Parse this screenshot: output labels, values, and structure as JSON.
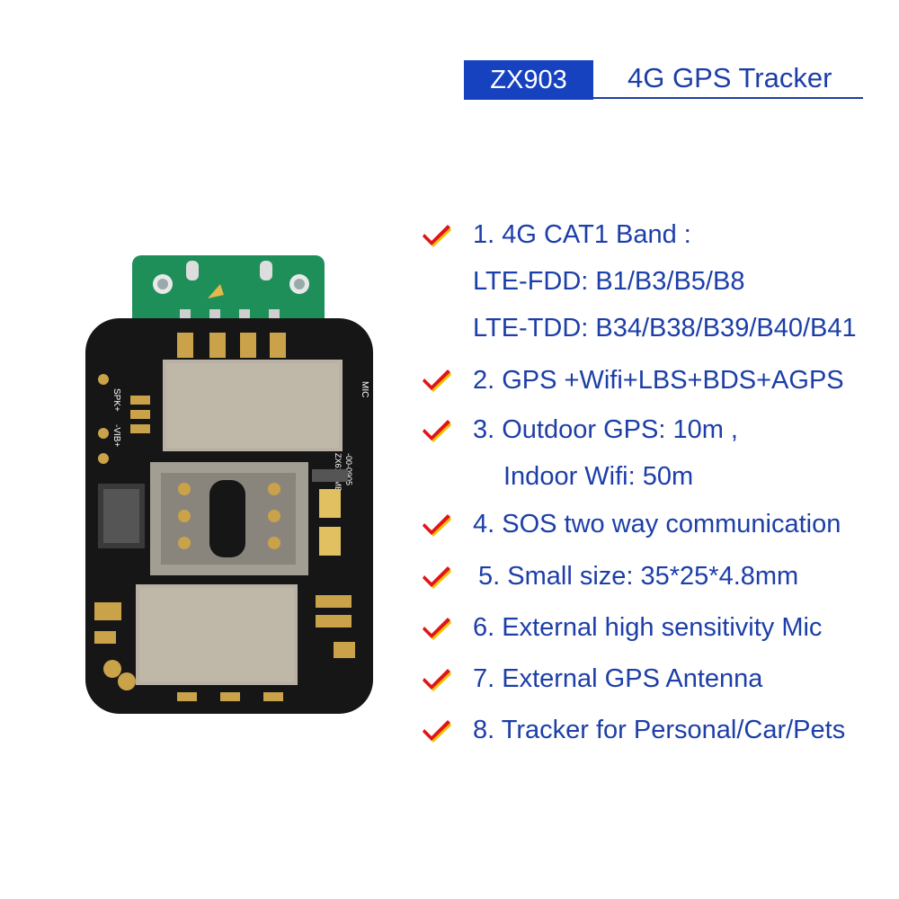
{
  "header": {
    "model": "ZX903",
    "title": "4G GPS Tracker"
  },
  "board": {
    "silk_label_1": "ZX610-MB",
    "silk_label_2": "-00-0905",
    "silk_spk": "SPK+",
    "silk_vib": "-VIB+",
    "silk_mic": "MIC"
  },
  "features": [
    {
      "lines": [
        "1. 4G CAT1 Band :",
        "LTE-FDD: B1/B3/B5/B8",
        "LTE-TDD: B34/B38/B39/B40/B41"
      ]
    },
    {
      "lines": [
        "2. GPS +Wifi+LBS+BDS+AGPS"
      ]
    },
    {
      "lines": [
        "3. Outdoor GPS: 10m ,",
        "Indoor Wifi: 50m"
      ]
    },
    {
      "lines": [
        "4. SOS two way communication"
      ]
    },
    {
      "lines": [
        "5. Small size: 35*25*4.8mm"
      ]
    },
    {
      "lines": [
        "6. External high sensitivity Mic"
      ]
    },
    {
      "lines": [
        "7. External GPS Antenna"
      ]
    },
    {
      "lines": [
        "8. Tracker for Personal/Car/Pets"
      ]
    }
  ],
  "colors": {
    "accent_blue": "#1742bf",
    "text_blue": "#1c3ea8",
    "check_red": "#e0141a",
    "check_shadow": "#f5c400",
    "pcb_black": "#161616",
    "gold_pad": "#c9a24a",
    "shield_silver": "#b9b2a4",
    "connector_green": "#1f8f5a"
  },
  "icons": {
    "check": "red-checkmark-icon"
  }
}
